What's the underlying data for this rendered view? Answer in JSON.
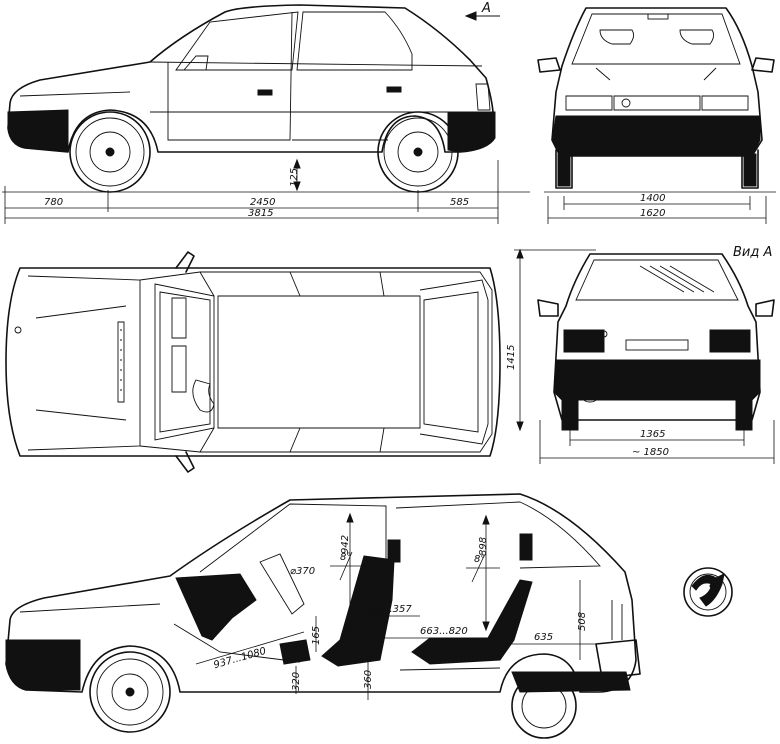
{
  "side_view": {
    "front_overhang": "780",
    "wheelbase": "2450",
    "rear_overhang": "585",
    "overall_length": "3815",
    "ground_clearance": "125",
    "view_arrow": "A"
  },
  "front_view": {
    "front_track": "1400",
    "overall_width": "1620"
  },
  "rear_view": {
    "title": "Вид А",
    "height": "1415",
    "rear_track": "1365",
    "mirror_width": "~ 1850"
  },
  "section_view": {
    "headroom_front": "942",
    "headroom_rear": "898",
    "seat_angle_front": "8°",
    "seat_angle_rear": "8°",
    "steering_wheel": "⌀370",
    "pedal_to_seat": "937...1080",
    "pedal_height": "165",
    "floor_offset": "320",
    "seat_height": "360",
    "seat_travel": "200...357",
    "rear_legroom": "663...820",
    "boot_length": "635",
    "boot_height": "508"
  }
}
